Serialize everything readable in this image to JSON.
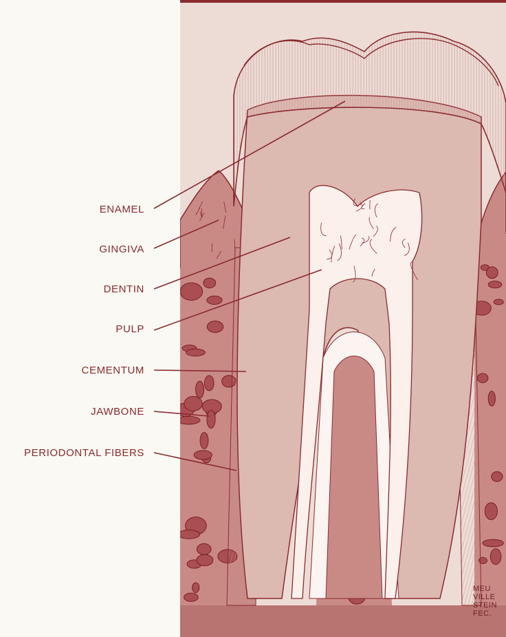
{
  "labels": {
    "enamel": "ENAMEL",
    "gingiva": "GINGIVA",
    "dentin": "DENTIN",
    "pulp": "PULP",
    "cementum": "CEMENTUM",
    "jawbone": "JAWBONE",
    "periodontal": "PERIODONTAL FIBERS"
  },
  "signature": [
    "MEU",
    "VILLE",
    "STEIN",
    "FEC."
  ],
  "colors": {
    "ink": "#8a2a2f",
    "panel": "#e9d6cf",
    "paper": "#fbf9f3",
    "enamel": "#f6ece7",
    "dentin": "#dbb8b0",
    "bone": "#c98a86",
    "cavity": "#a94f52",
    "pulp_canal": "#fbf4f1"
  }
}
